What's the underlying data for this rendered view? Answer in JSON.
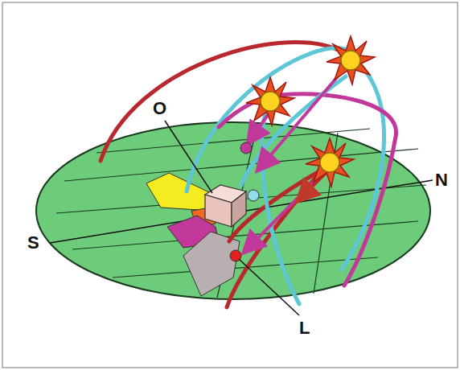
{
  "diagram": {
    "labels": [
      "O",
      "N",
      "S",
      "L"
    ]
  }
}
